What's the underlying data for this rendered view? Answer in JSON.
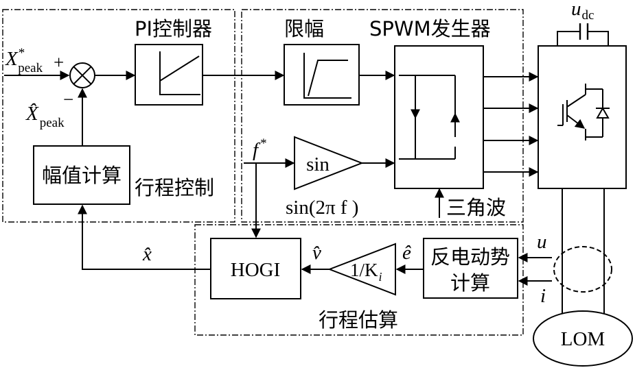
{
  "regions": {
    "stroke_control": "行程控制",
    "stroke_estimation": "行程估算"
  },
  "blocks": {
    "pi_title": "PI控制器",
    "limiter_title": "限幅",
    "spwm_title": "SPWM发生器",
    "amplitude_calc": "幅值计算",
    "sin_block": "sin",
    "hogi": "HOGI",
    "gain_main": "1/K",
    "gain_sub": "i",
    "back_emf_line1": "反电动势",
    "back_emf_line2": "计算",
    "motor": "LOM"
  },
  "labels": {
    "x_peak_ref": "X",
    "x_peak_ref_sup": "*",
    "x_peak_ref_sub": "peak",
    "plus": "+",
    "minus": "−",
    "x_peak_hat": "X̂",
    "x_peak_hat_sub": "peak",
    "f_ref": "f",
    "f_ref_sup": "*",
    "sin_expr": "sin(2π f )",
    "triangle_wave": "三角波",
    "x_hat": "x̂",
    "v_hat": "v̂",
    "e_hat": "ê",
    "u": "u",
    "i": "i",
    "udc_main": "u",
    "udc_sub": "dc"
  }
}
